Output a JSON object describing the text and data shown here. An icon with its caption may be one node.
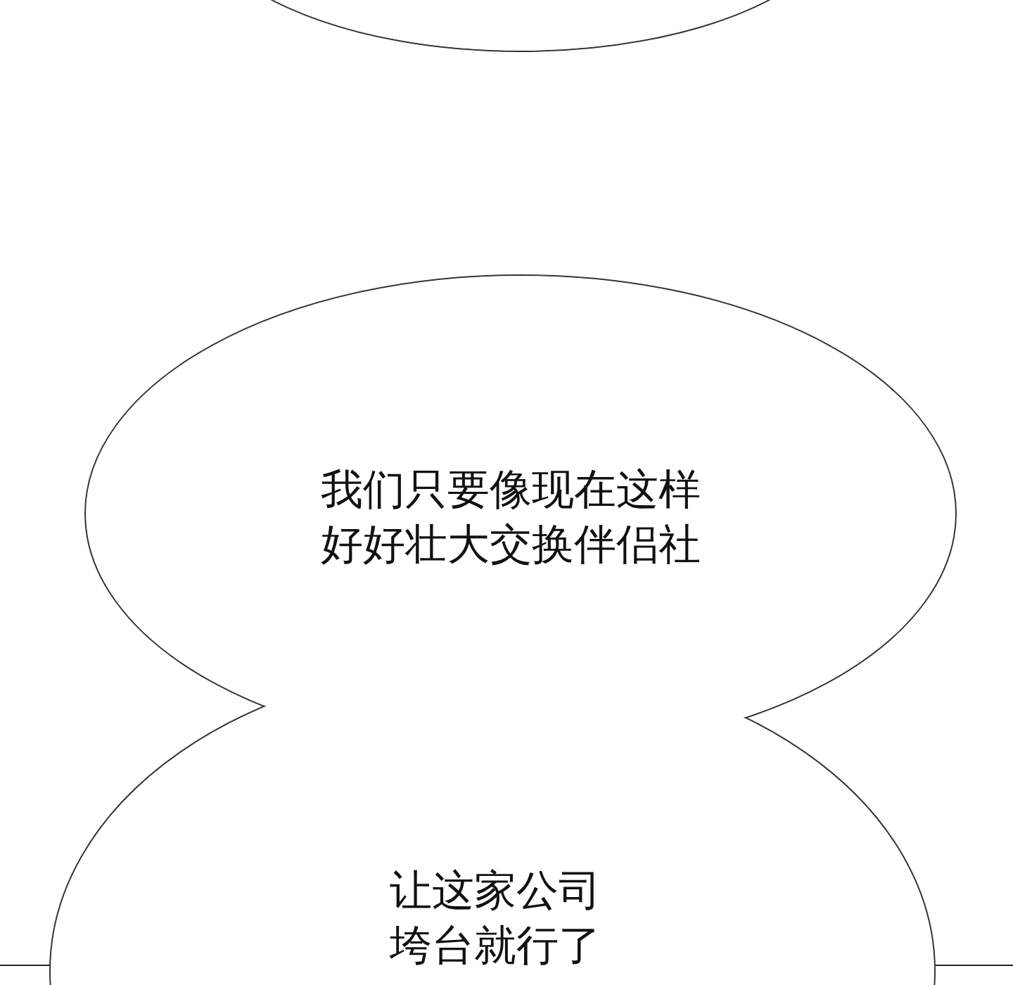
{
  "diagram": {
    "nodes": [
      {
        "text": [],
        "shape": "circle"
      },
      {
        "text": [
          "我们只要像现在这样好好壮大交换伴侣社"
        ]
      },
      {
        "text": [
          "让这家公司垮台就行了"
        ]
      }
    ],
    "edges": []
  }
}
